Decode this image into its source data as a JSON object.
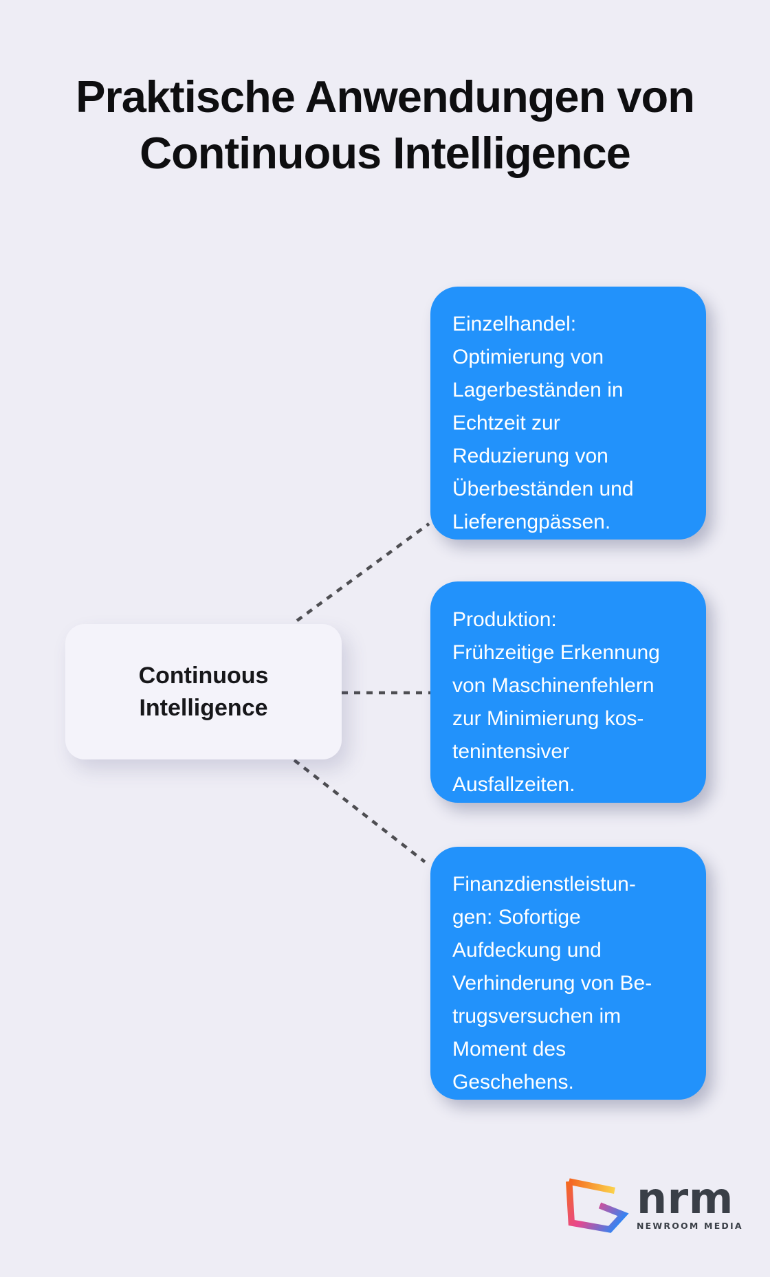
{
  "title": {
    "text": "Praktische Anwendungen von\nContinuous Intelligence"
  },
  "center_node": {
    "label": "Continuous\nIntelligence"
  },
  "nodes": [
    {
      "id": "einzelhandel",
      "text": "Einzelhandel:\nOptimierung von\nLagerbeständen in\nEchtzeit zur\nReduzierung von\nÜberbeständen und\nLieferengpässen."
    },
    {
      "id": "produktion",
      "text": "Produktion:\nFrühzeitige Erkennung\nvon Maschinenfehlern\nzur Minimierung kos-\ntenintensiver\nAusfallzeiten."
    },
    {
      "id": "finanzdienstleistungen",
      "text": "Finanzdienstleistun-\ngen: Sofortige\nAufdeckung und\nVerhinderung von Be-\ntrugsversuchen im\nMoment des\nGeschehens."
    }
  ],
  "logo": {
    "acronym": "nrm",
    "company": "NEWROOM MEDIA",
    "icon": "nrm-mark-icon"
  },
  "colors": {
    "background": "#EEEDF5",
    "node_fill": "#2292FB",
    "node_text": "#FFFFFF",
    "center_node_fill": "#F4F3FA",
    "center_node_text": "#17171A",
    "title_text": "#0E0E10",
    "connector": "#4E4E52",
    "logo_text": "#3A3F47",
    "logo_gradient_top": [
      "#F4651F",
      "#FBD24B"
    ],
    "logo_gradient_main": [
      "#F46A1E",
      "#E8478C",
      "#1E8BFF"
    ]
  }
}
